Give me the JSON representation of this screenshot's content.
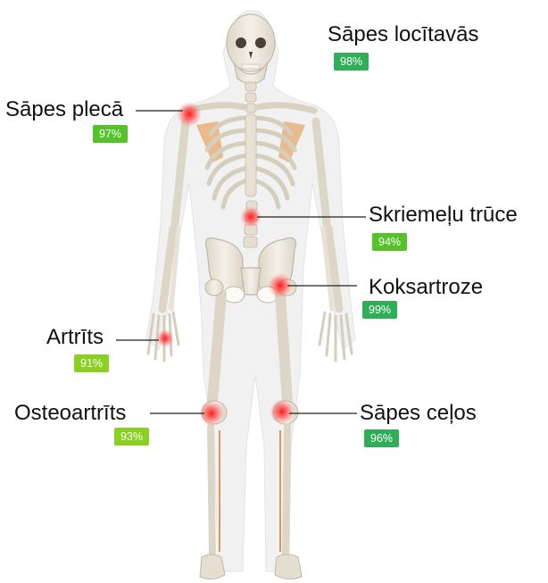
{
  "conditions": [
    {
      "id": "joints",
      "label": "Sāpes locītavās",
      "percent": "98%",
      "badge_color": "#2fae57"
    },
    {
      "id": "shoulder",
      "label": "Sāpes plecā",
      "percent": "97%",
      "badge_color": "#55c22a"
    },
    {
      "id": "hernia",
      "label": "Skriemeļu trūce",
      "percent": "94%",
      "badge_color": "#55c22a"
    },
    {
      "id": "coxarth",
      "label": "Koksartroze",
      "percent": "99%",
      "badge_color": "#2fae57"
    },
    {
      "id": "arthritis",
      "label": "Artrīts",
      "percent": "91%",
      "badge_color": "#8bcf21"
    },
    {
      "id": "osteo",
      "label": "Osteoartrīts",
      "percent": "93%",
      "badge_color": "#8bcf21"
    },
    {
      "id": "knee",
      "label": "Sāpes ceļos",
      "percent": "96%",
      "badge_color": "#2fae57"
    }
  ],
  "colors": {
    "bone": "#ece7dc",
    "bone_outline": "#c9c2b3",
    "body_silhouette": "#f3f3f3",
    "muscle": "#e8b27a",
    "pain_spot": "#ff2b2b",
    "leader_line": "#222222"
  }
}
